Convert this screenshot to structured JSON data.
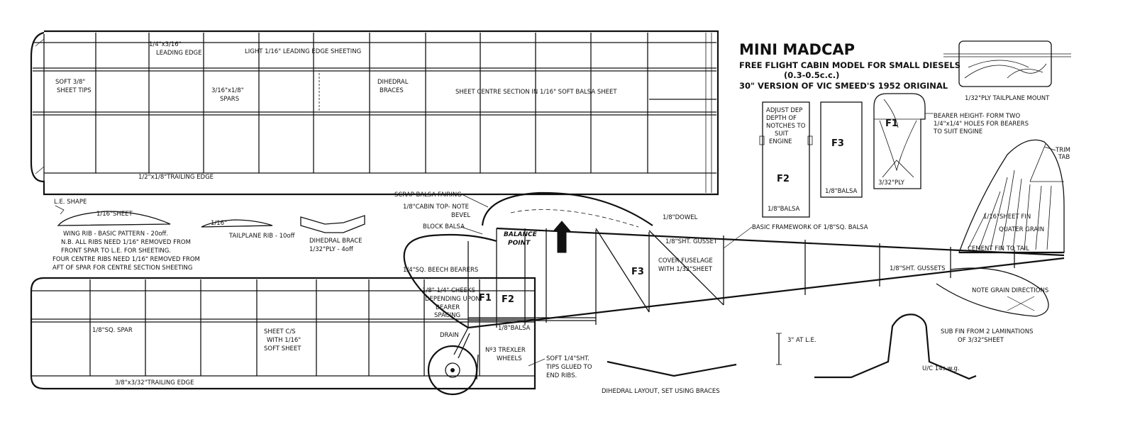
{
  "title": {
    "main": "MINI MADCAP",
    "line1": "FREE FLIGHT CABIN MODEL FOR SMALL DIESELS",
    "line2": "(0.3-0.5c.c.)",
    "line3": "30\" VERSION OF VIC SMEED'S 1952 ORIGINAL"
  },
  "top_wing": {
    "le_spar": [
      "1/4\"x3/16\"",
      "LEADING EDGE"
    ],
    "le_sheeting": "LIGHT 1/16\" LEADING EDGE SHEETING",
    "tips": [
      "SOFT 3/8\"",
      "SHEET TIPS"
    ],
    "spars": [
      "3/16\"x1/8\"",
      "SPARS"
    ],
    "dihedral_braces": [
      "DIHEDRAL",
      "BRACES"
    ],
    "centre_section": "SHEET CENTRE SECTION IN 1/16\" SOFT BALSA SHEET",
    "trailing_edge": "1/2\"x1/8\"TRAILING EDGE"
  },
  "ribs": {
    "le_shape": "L.E. SHAPE",
    "sheet": "1/16\"SHEET",
    "notes": [
      "WING RIB - BASIC PATTERN - 20off.",
      "N.B. ALL RIBS NEED 1/16\" REMOVED FROM",
      "FRONT SPAR TO L.E. FOR SHEETING.",
      "FOUR CENTRE RIBS NEED 1/16\" REMOVED FROM",
      "AFT OF SPAR FOR CENTRE SECTION SHEETING"
    ],
    "tail_thickness": "1/16\"",
    "tailplane_rib": "TAILPLANE RIB - 10off",
    "dihedral_brace": [
      "DIHEDRAL BRACE",
      "1/32\"PLY - 4off"
    ]
  },
  "bottom_wing": {
    "spar": "1/8\"SQ. SPAR",
    "centre": [
      "SHEET C/S",
      "WITH 1/16\"",
      "SOFT SHEET"
    ],
    "trailing_edge": "3/8\"x3/32\"TRAILING EDGE"
  },
  "formers": {
    "f2": {
      "note": [
        "ADJUST DEP",
        "DEPTH OF",
        "NOTCHES TO",
        "SUIT",
        "ENGINE"
      ],
      "label": "F2",
      "material": "1/8\"BALSA"
    },
    "f3": {
      "label": "F3",
      "material": "1/8\"BALSA"
    },
    "f1": {
      "label": "F1",
      "material": "3/32\"PLY"
    },
    "bearer_note": [
      "BEARER HEIGHT- FORM TWO",
      "1/4\"x1/4\" HOLES FOR BEARERS",
      "TO SUIT ENGINE"
    ]
  },
  "tailplane_mount": "1/32\"PLY TAILPLANE MOUNT",
  "fuselage": {
    "scrap_fairing": "SCRAP BALSA FAIRING",
    "cabin_top": [
      "1/8\"CABIN TOP- NOTE",
      "BEVEL"
    ],
    "block_balsa": "BLOCK BALSA",
    "balance_point": [
      "BALANCE",
      "POINT"
    ],
    "dowel": "1/8\"DOWEL",
    "gusset": "1/8\"SHT. GUSSET",
    "framework": "BASIC FRAMEWORK OF 1/8\"SQ. BALSA",
    "beech_bearers": "1/4\"SQ. BEECH BEARERS",
    "cover": [
      "COVER FUSELAGE",
      "WITH 1/32\"SHEET"
    ],
    "f3": "F3",
    "f1": "F1",
    "f2": "F2",
    "cheeks": [
      "1/8\"-1/4\" CHEEKS",
      "DEPENDING UPON",
      "BEARER",
      "SPACING"
    ],
    "gussets": "1/8\"SHT. GUSSETS",
    "drain": "DRAIN",
    "floor": "1/8\"BALSA",
    "wheels": [
      "Nº3 TREXLER",
      "WHEELS"
    ],
    "tips_glued": [
      "SOFT 1/4\"SHT.",
      "TIPS GLUED TO",
      "END RIBS."
    ]
  },
  "fin": {
    "trim_tab": [
      "TRIM",
      "TAB"
    ],
    "sheet_fin": [
      "1/16\"SHEET FIN",
      "QUATER GRAIN"
    ],
    "cement": "CEMENT FIN TO TAIL",
    "grain": "NOTE GRAIN DIRECTIONS",
    "sub_fin": [
      "SUB FIN FROM 2 LAMINATIONS",
      "OF 3/32\"SHEET"
    ]
  },
  "dihedral": {
    "height": "3\" AT L.E.",
    "layout": "DIHEDRAL LAYOUT, SET USING BRACES"
  },
  "undercarriage": "U/C 14s.w.g."
}
